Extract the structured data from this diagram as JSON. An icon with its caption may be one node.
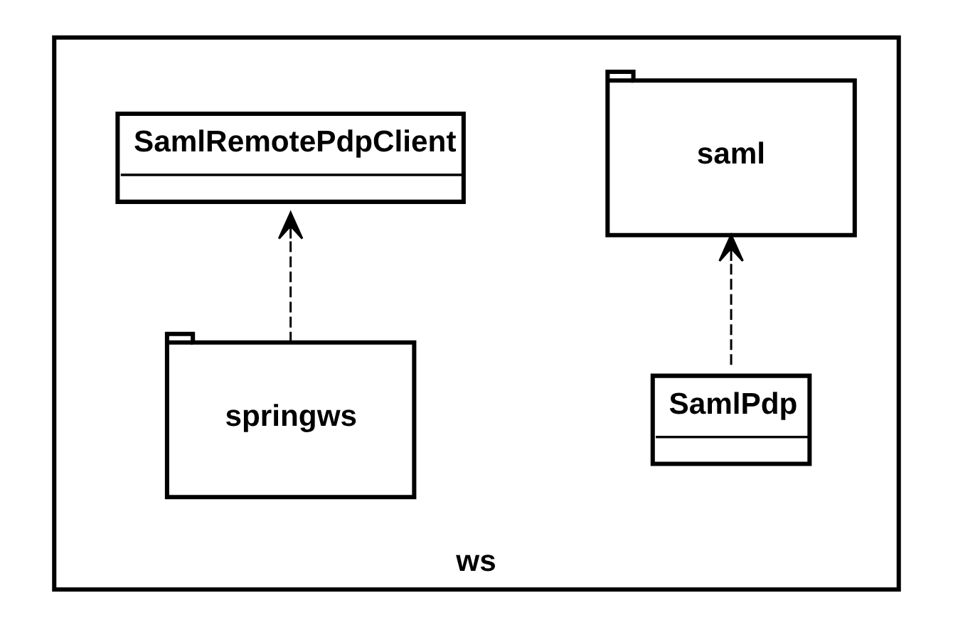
{
  "diagram": {
    "nodes": [
      {
        "text": [
          "ws"
        ]
      },
      {
        "text": [
          "saml"
        ],
        "in": 0
      },
      {
        "text": [
          "SamlRemotePdpClient"
        ],
        "in": 0
      },
      {
        "text": [
          "SamlPdp"
        ],
        "in": 0
      },
      {
        "text": [
          "springws"
        ],
        "in": 0
      }
    ],
    "edges": [
      {
        "from": 3,
        "to": 1,
        "arrow": "to",
        "style": "dashed"
      },
      {
        "from": 4,
        "to": 2,
        "arrow": "to",
        "style": "dashed"
      }
    ]
  }
}
